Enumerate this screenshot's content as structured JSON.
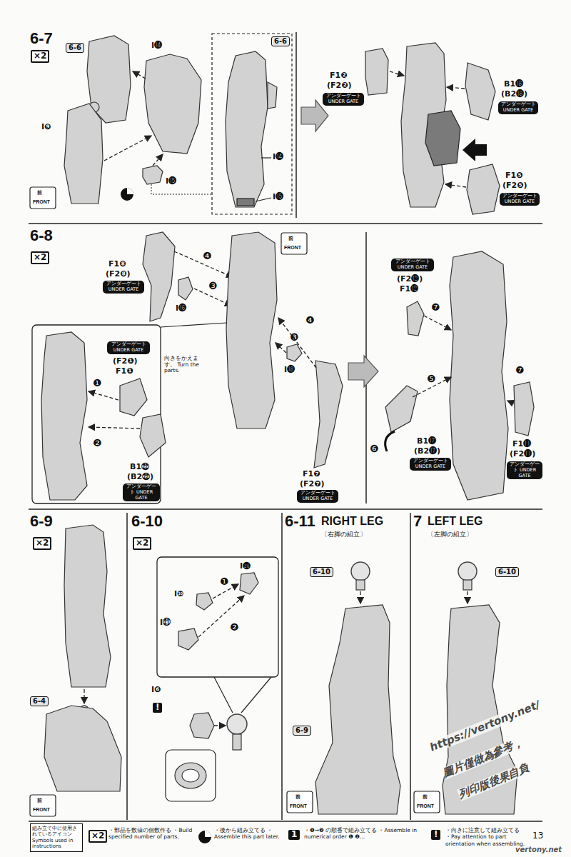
{
  "diagram": {
    "nodes": [
      {
        "text": [
          "6-7"
        ]
      },
      {
        "text": [
          "6-8"
        ]
      },
      {
        "text": [
          "6-9"
        ]
      },
      {
        "text": [
          "6-10"
        ]
      },
      {
        "text": [
          "6-11",
          "RIGHT LEG",
          "〔右脚の組立〕"
        ]
      },
      {
        "text": [
          "7",
          "LEFT LEG",
          "〔左脚の組立〕"
        ]
      }
    ],
    "labels": [
      "×2",
      "6-6",
      "I⓮",
      "I❾",
      "I⓯",
      "前",
      "FRONT",
      "6-6",
      "I⓮",
      "I⓯",
      "F1❷",
      "(F2❷)",
      "アンダーゲート UNDER GATE",
      "B1⓲",
      "(B2⓲)",
      "アンダーゲート UNDER GATE",
      "F1❺",
      "(F2❺)",
      "アンダーゲート UNDER GATE",
      "×2",
      "F1❽",
      "(F2❽)",
      "アンダーゲート UNDER GATE",
      "I⓰",
      "❹",
      "❸",
      "前",
      "FRONT",
      "❸",
      "❹",
      "I⓲",
      "F1❼",
      "(F2❼)",
      "アンダーゲート UNDER GATE",
      "向きをかえます。 Turn the parts.",
      "アンダーゲート UNDER GATE",
      "(F2❶)",
      "F1❶",
      "❶",
      "❷",
      "B1㉒",
      "(B2㉒)",
      "アンダーゲート UNDER GATE",
      "アンダーゲート UNDER GATE",
      "(F2⓬)",
      "F1⓬",
      "❼",
      "❺",
      "❻",
      "❼",
      "B1⓱",
      "(B2⓱)",
      "アンダーゲート UNDER GATE",
      "F1⓫",
      "(F2⓫)",
      "アンダーゲート UNDER GATE",
      "×2",
      "6-4",
      "前",
      "FRONT",
      "×2",
      "I⓴",
      "I❿",
      "❶",
      "❷",
      "I㉑",
      "I❻",
      "!",
      "6-10",
      "6-9",
      "前",
      "FRONT",
      "6-10",
      "前",
      "FRONT",
      "https://vertony.net/",
      "圖片僅做為參考，",
      "列印版後果自負",
      "vertony.net",
      "13",
      "組み立て中に使用されているアイコン Symbols used in instructions",
      "×2",
      "1",
      "!"
    ],
    "legend": [
      {
        "text": "・部品を数値の個数作る ・Build specified number of parts."
      },
      {
        "text": "・後から組み立てる ・Assemble this part later."
      },
      {
        "text": "・❶→❷ の順番で組み立てる ・Assemble in numerical order ❶ ❷..."
      },
      {
        "text": "・向きに注意して組み立てる ・Pay attention to part orientation when assembling."
      }
    ]
  }
}
